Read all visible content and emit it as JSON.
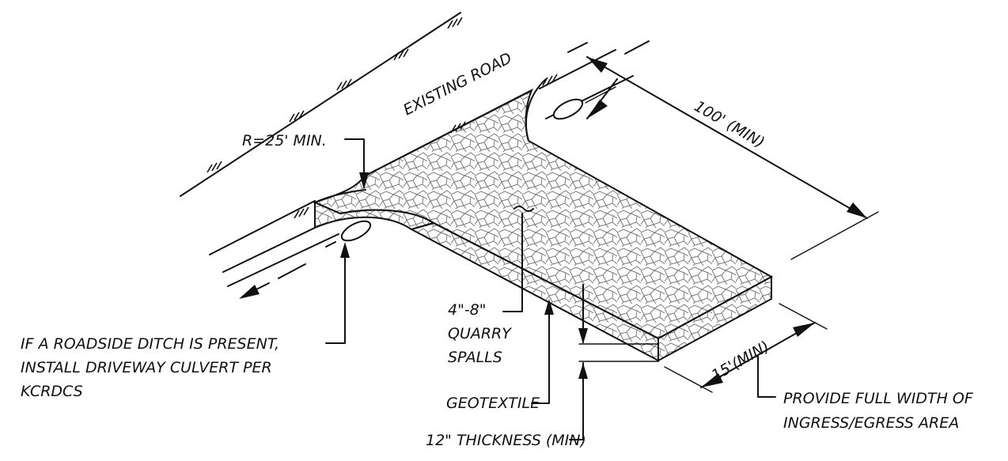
{
  "labels": {
    "road": "EXISTING ROAD",
    "radius": "R=25' MIN.",
    "length": "100' (MIN)",
    "width": "15'(MIN)",
    "spalls_1": "4\"-8\"",
    "spalls_2": "QUARRY",
    "spalls_3": "SPALLS",
    "geotextile": "GEOTEXTILE",
    "thickness": "12\" THICKNESS (MIN)",
    "ditch_1": "IF A ROADSIDE DITCH IS PRESENT,",
    "ditch_2": "INSTALL DRIVEWAY CULVERT PER",
    "ditch_3": "KCRDCS",
    "full_width_1": "PROVIDE FULL WIDTH OF",
    "full_width_2": "INGRESS/EGRESS AREA"
  },
  "colors": {
    "ink": "#111111",
    "texture": "#777777",
    "background": "#ffffff"
  }
}
